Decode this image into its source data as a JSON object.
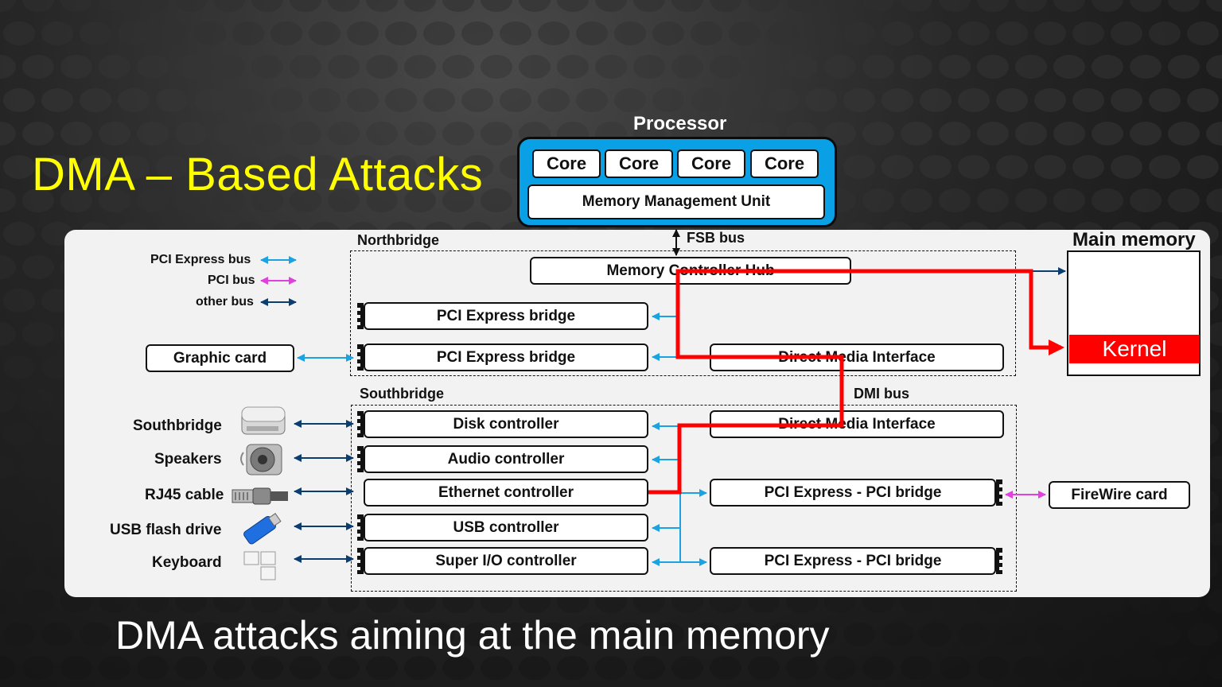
{
  "title": "DMA – Based Attacks",
  "subtitle": "DMA attacks aiming at the main memory",
  "processor": {
    "label": "Processor",
    "cores": [
      "Core",
      "Core",
      "Core",
      "Core"
    ],
    "mmu": "Memory Management Unit"
  },
  "buses": {
    "fsb": "FSB bus",
    "dmi": "DMI bus"
  },
  "legend": {
    "pcie": "PCI Express bus",
    "pci": "PCI bus",
    "other": "other bus"
  },
  "northbridge": {
    "label": "Northbridge",
    "mch": "Memory Controller Hub",
    "pcie_bridge_1": "PCI Express bridge",
    "pcie_bridge_2": "PCI Express bridge",
    "dmi": "Direct Media Interface"
  },
  "southbridge": {
    "label": "Southbridge",
    "dmi": "Direct Media Interface",
    "controllers": [
      "Disk controller",
      "Audio controller",
      "Ethernet controller",
      "USB controller",
      "Super I/O controller"
    ],
    "pci_bridge_1": "PCI Express - PCI bridge",
    "pci_bridge_2": "PCI Express - PCI bridge"
  },
  "graphic_card": "Graphic card",
  "firewire_card": "FireWire card",
  "main_memory": {
    "label": "Main memory",
    "kernel": "Kernel"
  },
  "devices": [
    "Southbridge",
    "Speakers",
    "RJ45 cable",
    "USB flash drive",
    "Keyboard"
  ],
  "colors": {
    "pcie_bus": "#1aa3e0",
    "pci_bus": "#e040e0",
    "other_bus": "#0b3d6e",
    "attack_path": "#ff0000",
    "title": "#ffff00",
    "processor": "#0aa0e6"
  }
}
